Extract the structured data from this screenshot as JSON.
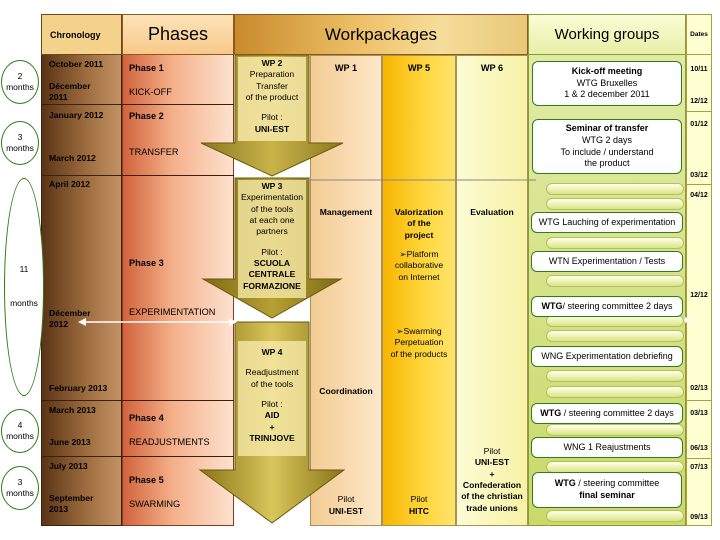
{
  "headers": {
    "chronology": "Chronology",
    "phases": "Phases",
    "workpackages": "Workpackages",
    "working_groups": "Working groups",
    "dates": "Dates"
  },
  "chronology": [
    {
      "start": "October 2011",
      "end": "Décember 2011"
    },
    {
      "start": "January 2012",
      "end": "March 2012"
    },
    {
      "start": "April 2012",
      "mid": "Décember 2012",
      "end": "February 2013"
    },
    {
      "start": "March 2013",
      "end": "June 2013"
    },
    {
      "start": "July 2013",
      "end": "September 2013"
    }
  ],
  "durations": [
    {
      "n": "2",
      "unit": "months"
    },
    {
      "n": "3",
      "unit": "months"
    },
    {
      "n": "11",
      "unit": "months"
    },
    {
      "n": "4",
      "unit": "months"
    },
    {
      "n": "3",
      "unit": "months"
    }
  ],
  "phases": [
    {
      "title": "Phase 1",
      "name": "KICK-OFF"
    },
    {
      "title": "Phase 2",
      "name": "TRANSFER"
    },
    {
      "title": "Phase 3",
      "name": "EXPERIMENTATION"
    },
    {
      "title": "Phase 4",
      "name": "READJUSTMENTS"
    },
    {
      "title": "Phase 5",
      "name": "SWARMING"
    }
  ],
  "wp_arrows": {
    "wp2": {
      "title": "WP 2",
      "l1": "Preparation",
      "l2": "Transfer",
      "l3": "of the product",
      "pilot": "Pilot :",
      "who": "UNI-EST"
    },
    "wp3": {
      "title": "WP 3",
      "l1": "Experimentation",
      "l2": "of the tools",
      "l3": "at each one",
      "l4": "partners",
      "pilot": "Pilot :",
      "who1": "SCUOLA",
      "who2": "CENTRALE",
      "who3": "FORMAZIONE"
    },
    "wp4": {
      "title": "WP 4",
      "l1": "Readjustment",
      "l2": "of the tools",
      "pilot": "Pilot :",
      "who1": "AID",
      "plus": "+",
      "who2": "TRINIJOVE"
    }
  },
  "wp1": {
    "title": "WP 1",
    "management": "Management",
    "coordination": "Coordination",
    "pilot": "Pilot",
    "who": "UNI-EST"
  },
  "wp5": {
    "title": "WP 5",
    "v1": "Valorization",
    "v2": "of the",
    "v3": "project",
    "p1": "➢Platform",
    "p2": "collaborative",
    "p3": "on Internet",
    "s1": "➢Swarming",
    "s2": "Perpetuation",
    "s3": "of the products",
    "pilot": "Pilot",
    "who": "HITC"
  },
  "wp6": {
    "title": "WP 6",
    "evaluation": "Evaluation",
    "pilot": "Pilot",
    "who1": "UNI-EST",
    "plus": "+",
    "who2": "Confederation",
    "who3": "of the christian",
    "who4": "trade unions"
  },
  "working_groups": [
    {
      "l1": "Kick-off meeting",
      "l2": "WTG Bruxelles",
      "l3": "1 & 2 december 2011"
    },
    {
      "l1": "Seminar of transfer",
      "l2": "WTG 2 days",
      "l3": "To include / understand",
      "l4": "the product"
    },
    {
      "text": "WTG Lauching of experimentation"
    },
    {
      "text": "WTN Experimentation / Tests"
    },
    {
      "bold": "WTG",
      "text": "/ steering committee  2 days"
    },
    {
      "text": "WNG Experimentation debriefing"
    },
    {
      "bold": "WTG",
      "text": " / steering committee  2 days"
    },
    {
      "text": "WNG 1 Reajustments"
    },
    {
      "bold": "WTG",
      "text": " / steering committee",
      "l2": "final seminar"
    }
  ],
  "dates": [
    "10/11",
    "12/12",
    "01/12",
    "03/12",
    "04/12",
    "12/12",
    "02/13",
    "03/13",
    "06/13",
    "07/13",
    "09/13"
  ]
}
